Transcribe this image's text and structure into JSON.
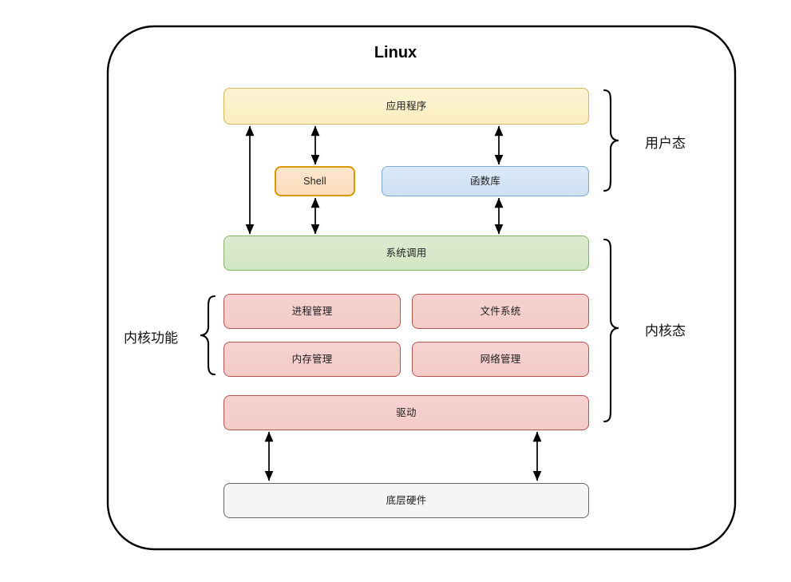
{
  "diagram": {
    "title": "Linux",
    "outer_border_color": "#000000",
    "nodes": {
      "application": {
        "label": "应用程序",
        "fill": "#fbeec0",
        "stroke": "#d6b656"
      },
      "shell": {
        "label": "Shell",
        "fill": "#fbdcba",
        "stroke": "#d79b00"
      },
      "library": {
        "label": "函数库",
        "fill": "#cfe0f3",
        "stroke": "#7ea6d9"
      },
      "syscall": {
        "label": "系统调用",
        "fill": "#d2e6c3",
        "stroke": "#82b366"
      },
      "process_mgmt": {
        "label": "进程管理",
        "fill": "#f3cbc9",
        "stroke": "#b85450"
      },
      "file_system": {
        "label": "文件系统",
        "fill": "#f3cbc9",
        "stroke": "#b85450"
      },
      "memory_mgmt": {
        "label": "内存管理",
        "fill": "#f3cbc9",
        "stroke": "#b85450"
      },
      "network_mgmt": {
        "label": "网络管理",
        "fill": "#f3cbc9",
        "stroke": "#b85450"
      },
      "driver": {
        "label": "驱动",
        "fill": "#f3cbc9",
        "stroke": "#b85450"
      },
      "hardware": {
        "label": "底层硬件",
        "fill": "#f5f5f5",
        "stroke": "#666666"
      }
    },
    "annotations": {
      "user_mode": "用户态",
      "kernel_mode": "内核态",
      "kernel_functions": "内核功能"
    }
  }
}
